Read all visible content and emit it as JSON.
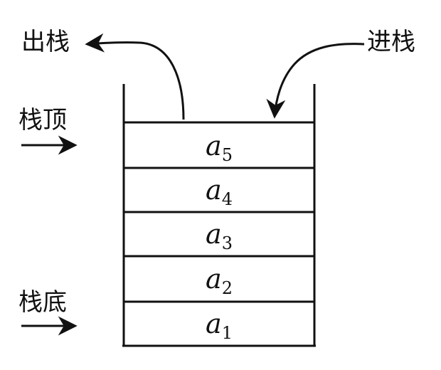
{
  "labels": {
    "pop": "出栈",
    "push": "进栈",
    "top": "栈顶",
    "bottom": "栈底"
  },
  "stack": {
    "elements": [
      {
        "base": "a",
        "sub": "5"
      },
      {
        "base": "a",
        "sub": "4"
      },
      {
        "base": "a",
        "sub": "3"
      },
      {
        "base": "a",
        "sub": "2"
      },
      {
        "base": "a",
        "sub": "1"
      }
    ]
  },
  "colors": {
    "line": "#111111",
    "background": "#ffffff"
  }
}
